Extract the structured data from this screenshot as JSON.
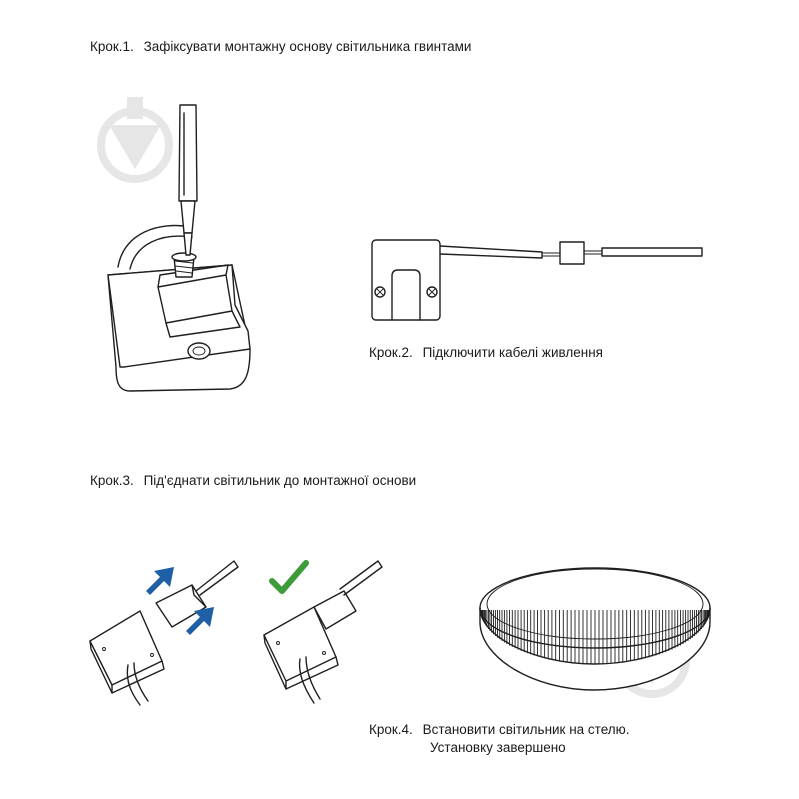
{
  "steps": [
    {
      "number": "Крок.1.",
      "text": "Зафіксувати монтажну основу світильника гвинтами"
    },
    {
      "number": "Крок.2.",
      "text": "Підключити кабелі живлення"
    },
    {
      "number": "Крок.3.",
      "text": "Під'єднати світильник до монтажної основи"
    },
    {
      "number": "Крок.4.",
      "text": "Встановити світильник на стелю.",
      "text2": "Установку завершено"
    }
  ],
  "colors": {
    "arrow_blue": "#1f5fa6",
    "check_green": "#3e9b3a",
    "watermark": "#e6e6e6",
    "line": "#1f1f1f"
  },
  "icons": [
    "watermark-logo-icon",
    "screwdriver-icon",
    "blue-arrow-icon",
    "check-mark-icon"
  ]
}
